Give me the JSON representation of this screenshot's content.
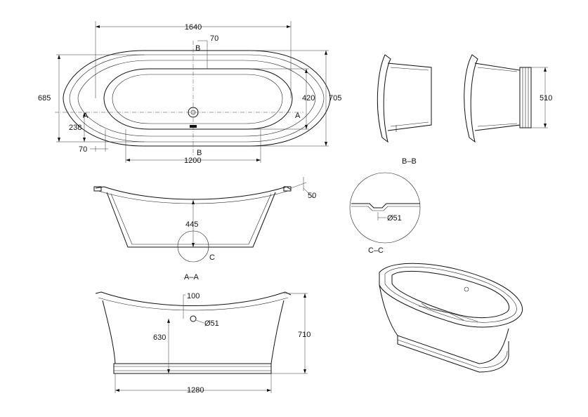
{
  "plan": {
    "dims": {
      "overall_length": "1640",
      "rim_width": "70",
      "inner_width": "420",
      "overall_width": "705",
      "outer_width": "685",
      "drain_offset": "238",
      "rim_side": "70",
      "inner_length": "1200"
    },
    "section_a_left": "A",
    "section_a_right": "A",
    "section_b_top": "B",
    "section_b_bottom": "B"
  },
  "section_bb": {
    "label": "B–B",
    "dim_base": "510"
  },
  "section_aa": {
    "label": "A–A",
    "dim_rim": "50",
    "dim_depth": "445",
    "detail_ref": "C"
  },
  "detail_cc": {
    "label": "C–C",
    "dim_drain": "Ø51"
  },
  "side": {
    "dim_overflow": "100",
    "dim_overflow_dia": "Ø51",
    "dim_overflow_height": "630",
    "dim_height": "710",
    "dim_base_length": "1280"
  }
}
